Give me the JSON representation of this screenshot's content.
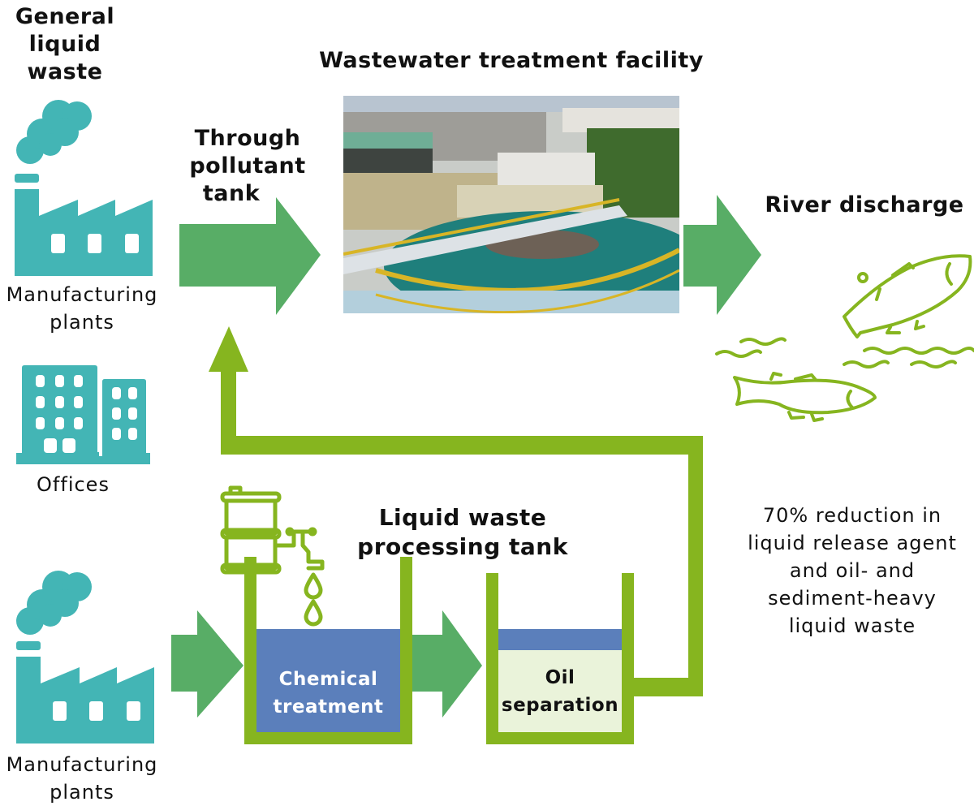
{
  "colors": {
    "teal_icon": "#43B5B5",
    "arrow_green": "#58AD66",
    "pipe_green": "#86B51F",
    "tank_blue": "#5B7FBB",
    "oil_fill": "#EAF3DA",
    "text": "#111111"
  },
  "sources": {
    "heading": [
      "General",
      "liquid",
      "waste"
    ],
    "plant_top_label": [
      "Manufacturing",
      "plants"
    ],
    "offices_label": "Offices",
    "plant_bottom_label": [
      "Manufacturing",
      "plants"
    ]
  },
  "flow": {
    "through_label": [
      "Through",
      "pollutant",
      "tank"
    ],
    "facility_title": "Wastewater treatment facility",
    "river_label": "River discharge"
  },
  "processing": {
    "title": [
      "Liquid waste",
      "processing tank"
    ],
    "chemical_label": [
      "Chemical",
      "treatment"
    ],
    "oil_label": [
      "Oil",
      "separation"
    ]
  },
  "result": {
    "lines": [
      "70% reduction in",
      "liquid release agent",
      "and oil- and",
      "sediment-heavy",
      "liquid waste"
    ]
  },
  "icons": {
    "factory": "factory-icon",
    "offices": "office-building-icon",
    "drum": "drum-with-tap-icon",
    "fish": "fish-icon",
    "waves": "water-waves-icon"
  }
}
